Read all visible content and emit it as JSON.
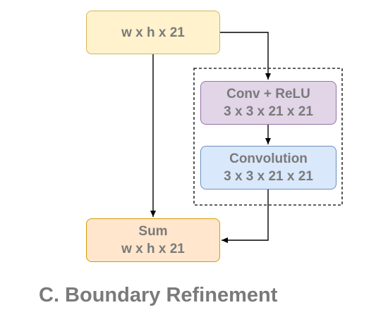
{
  "nodes": {
    "input": {
      "line1": "w x h x 21"
    },
    "conv_relu": {
      "line1": "Conv + ReLU",
      "line2": "3 x 3 x 21 x 21"
    },
    "convolution": {
      "line1": "Convolution",
      "line2": "3 x 3 x 21 x 21"
    },
    "sum": {
      "line1": "Sum",
      "line2": "w x h x 21"
    }
  },
  "caption": "C. Boundary Refinement",
  "colors": {
    "input_fill": "#fff2cc",
    "input_border": "#d6b656",
    "conv_relu_fill": "#e1d5e7",
    "conv_relu_border": "#9673a6",
    "convolution_fill": "#dae8fc",
    "convolution_border": "#6c8ebf",
    "sum_fill": "#ffe6cc",
    "sum_border": "#d79b00",
    "text": "#7a7a7a",
    "edges": "#000000"
  }
}
